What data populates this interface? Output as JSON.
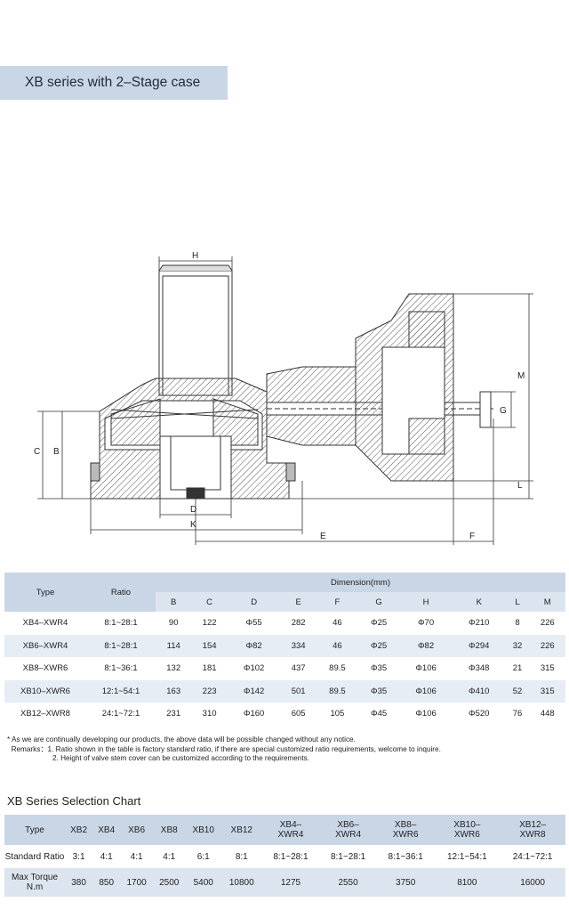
{
  "title": "XB series with 2–Stage case",
  "drawing": {
    "labels": {
      "H": "H",
      "C": "C",
      "B": "B",
      "D": "D",
      "K": "K",
      "E": "E",
      "F": "F",
      "G": "G",
      "M": "M",
      "L": "L"
    }
  },
  "dimension_table": {
    "type_header": "Type",
    "ratio_header": "Ratio",
    "group_header": "Dimension(mm)",
    "columns": [
      "B",
      "C",
      "D",
      "E",
      "F",
      "G",
      "H",
      "K",
      "L",
      "M"
    ],
    "rows": [
      {
        "type": "XB4–XWR4",
        "ratio": "8:1~28:1",
        "B": "90",
        "C": "122",
        "D": "Φ55",
        "E": "282",
        "F": "46",
        "G": "Φ25",
        "H": "Φ70",
        "K": "Φ210",
        "L": "8",
        "M": "226"
      },
      {
        "type": "XB6–XWR4",
        "ratio": "8:1~28:1",
        "B": "114",
        "C": "154",
        "D": "Φ82",
        "E": "334",
        "F": "46",
        "G": "Φ25",
        "H": "Φ82",
        "K": "Φ294",
        "L": "32",
        "M": "226"
      },
      {
        "type": "XB8–XWR6",
        "ratio": "8:1~36:1",
        "B": "132",
        "C": "181",
        "D": "Φ102",
        "E": "437",
        "F": "89.5",
        "G": "Φ35",
        "H": "Φ106",
        "K": "Φ348",
        "L": "21",
        "M": "315"
      },
      {
        "type": "XB10–XWR6",
        "ratio": "12:1~54:1",
        "B": "163",
        "C": "223",
        "D": "Φ142",
        "E": "501",
        "F": "89.5",
        "G": "Φ35",
        "H": "Φ106",
        "K": "Φ410",
        "L": "52",
        "M": "315"
      },
      {
        "type": "XB12–XWR8",
        "ratio": "24:1~72:1",
        "B": "231",
        "C": "310",
        "D": "Φ160",
        "E": "605",
        "F": "105",
        "G": "Φ45",
        "H": "Φ106",
        "K": "Φ520",
        "L": "76",
        "M": "448"
      }
    ]
  },
  "notes": {
    "line1": "* As we are continually developing our products, the above data will be possible changed without any notice.",
    "remarks_label": "Remarks：",
    "remark1": "1. Ratio shown in the table is factory standard ratio, if there are special customized ratio requirements, welcome to inquire.",
    "remark2": "2. Height of valve stem cover can be customized according to the requirements."
  },
  "selection": {
    "title": "XB Series Selection Chart",
    "type_label": "Type",
    "ratio_label": "Standard Ratio",
    "torque_label_1": "Max Torque",
    "torque_label_2": "N.m",
    "types": [
      {
        "l1": "XB2",
        "l2": ""
      },
      {
        "l1": "XB4",
        "l2": ""
      },
      {
        "l1": "XB6",
        "l2": ""
      },
      {
        "l1": "XB8",
        "l2": ""
      },
      {
        "l1": "XB10",
        "l2": ""
      },
      {
        "l1": "XB12",
        "l2": ""
      },
      {
        "l1": "XB4–",
        "l2": "XWR4"
      },
      {
        "l1": "XB6–",
        "l2": "XWR4"
      },
      {
        "l1": "XB8–",
        "l2": "XWR6"
      },
      {
        "l1": "XB10–",
        "l2": "XWR6"
      },
      {
        "l1": "XB12–",
        "l2": "XWR8"
      }
    ],
    "ratios": [
      "3:1",
      "4:1",
      "4:1",
      "4:1",
      "6:1",
      "8:1",
      "8:1~28:1",
      "8:1~28:1",
      "8:1~36:1",
      "12:1~54:1",
      "24:1~72:1"
    ],
    "torques": [
      "380",
      "850",
      "1700",
      "2500",
      "5400",
      "10800",
      "1275",
      "2550",
      "3750",
      "8100",
      "16000"
    ]
  },
  "colors": {
    "header_blue": "#c9d6e6",
    "row_stripe": "#e6edf5",
    "line": "#333333"
  }
}
